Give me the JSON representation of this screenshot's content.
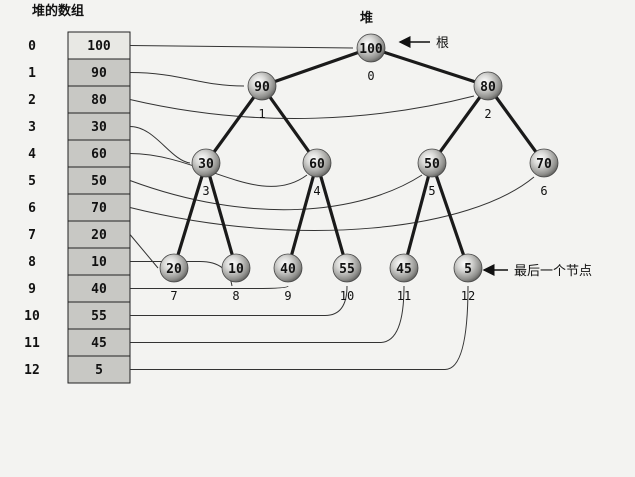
{
  "array": {
    "title": "堆的数组",
    "indices": [
      "0",
      "1",
      "2",
      "3",
      "4",
      "5",
      "6",
      "7",
      "8",
      "9",
      "10",
      "11",
      "12"
    ],
    "values": [
      "100",
      "90",
      "80",
      "30",
      "60",
      "50",
      "70",
      "20",
      "10",
      "40",
      "55",
      "45",
      "5"
    ]
  },
  "heap": {
    "title": "堆",
    "nodes": [
      {
        "value": "100",
        "index": "0"
      },
      {
        "value": "90",
        "index": "1"
      },
      {
        "value": "80",
        "index": "2"
      },
      {
        "value": "30",
        "index": "3"
      },
      {
        "value": "60",
        "index": "4"
      },
      {
        "value": "50",
        "index": "5"
      },
      {
        "value": "70",
        "index": "6"
      },
      {
        "value": "20",
        "index": "7"
      },
      {
        "value": "10",
        "index": "8"
      },
      {
        "value": "40",
        "index": "9"
      },
      {
        "value": "55",
        "index": "10"
      },
      {
        "value": "45",
        "index": "11"
      },
      {
        "value": "5",
        "index": "12"
      }
    ],
    "root_label": "根",
    "last_label": "最后一个节点"
  }
}
